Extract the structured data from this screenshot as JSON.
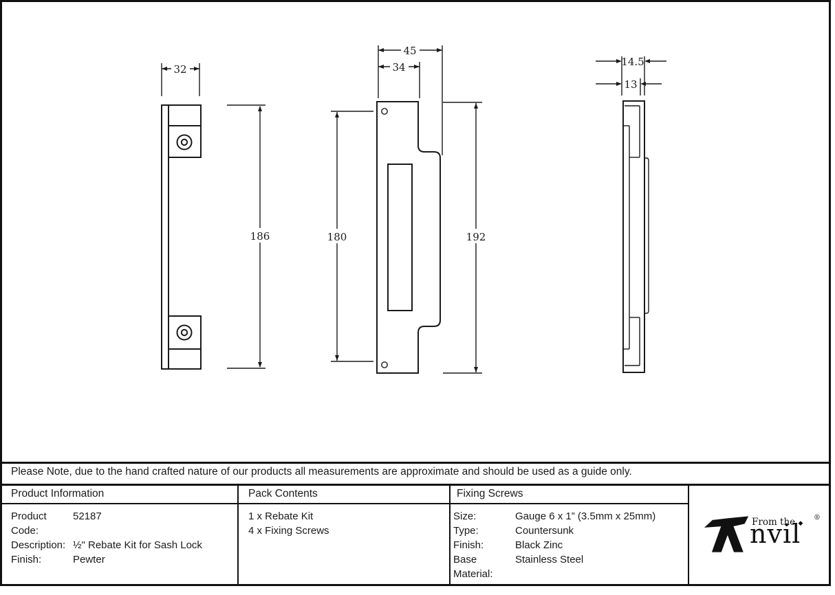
{
  "note": "Please Note, due to the hand crafted nature of our products all measurements are approximate and should be used as a guide only.",
  "dims": {
    "left_width": "32",
    "left_height": "186",
    "front_outer_width": "45",
    "front_plate_width": "34",
    "front_hole_span": "180",
    "front_height": "192",
    "side_depth": "14.5",
    "side_inner_depth": "13"
  },
  "table": {
    "product_information": {
      "header": "Product Information",
      "rows": [
        {
          "label": "Product Code:",
          "value": "52187"
        },
        {
          "label": "Description:",
          "value": "½\" Rebate Kit for Sash Lock"
        },
        {
          "label": "Finish:",
          "value": "Pewter"
        }
      ]
    },
    "pack_contents": {
      "header": "Pack Contents",
      "items": [
        "1 x Rebate Kit",
        "4 x Fixing Screws"
      ]
    },
    "fixing_screws": {
      "header": "Fixing Screws",
      "rows": [
        {
          "label": "Size:",
          "value": "Gauge 6 x 1” (3.5mm x 25mm)"
        },
        {
          "label": "Type:",
          "value": "Countersunk"
        },
        {
          "label": "Finish:",
          "value": "Black Zinc"
        },
        {
          "label": "Base Material:",
          "value": "Stainless Steel"
        }
      ]
    },
    "logo": {
      "small_text": "From the",
      "diamond": "◆",
      "main_text": "nvil",
      "registered_mark": "®"
    }
  },
  "colors": {
    "line": "#1a1a1a",
    "background": "#ffffff",
    "border": "#111111"
  }
}
